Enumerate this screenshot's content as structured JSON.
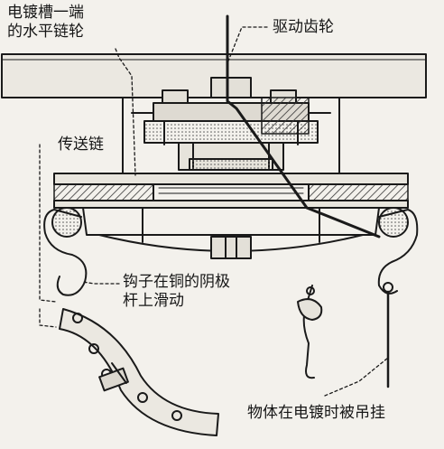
{
  "labels": {
    "sprocket_line1": "电镀槽一端",
    "sprocket_line2": "的水平链轮",
    "drive_gear": "驱动齿轮",
    "conveyor_chain": "传送链",
    "hook_line1": "钩子在铜的阴极",
    "hook_line2": "杆上滑动",
    "hung_part": "物体在电镀时被吊挂"
  },
  "colors": {
    "ink": "#1a1a1a",
    "paper": "#f3f1ec",
    "hatch": "#555555"
  }
}
